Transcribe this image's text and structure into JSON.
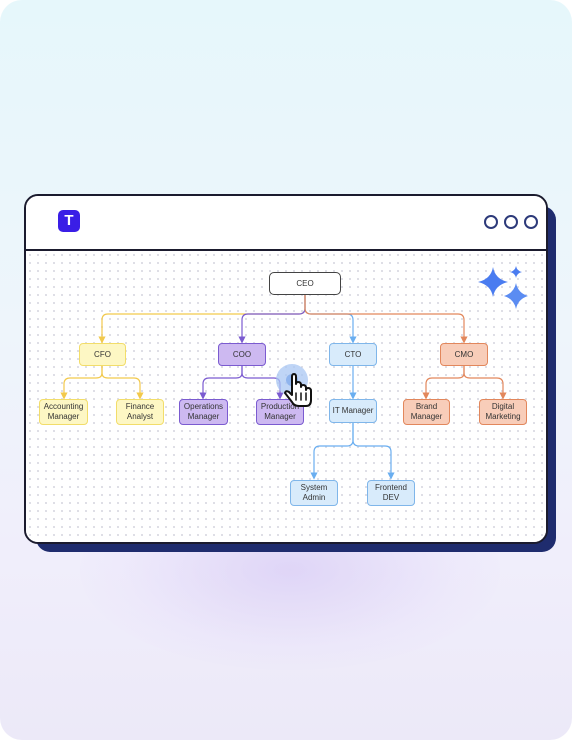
{
  "app": {
    "logo_letter": "T"
  },
  "colors": {
    "accent": "#3a1ee6",
    "cfo_branch": "#f2c94c",
    "coo_branch": "#7b5bd0",
    "cto_branch": "#6aaef0",
    "cmo_branch": "#e2875c"
  },
  "org_chart": {
    "ceo": "CEO",
    "cfo": "CFO",
    "coo": "COO",
    "cto": "CTO",
    "cmo": "CMO",
    "accounting_manager": "Accounting\nManager",
    "finance_analyst": "Finance\nAnalyst",
    "operations_manager": "Operations\nManager",
    "production_manager": "Production\nManager",
    "it_manager": "IT Manager",
    "brand_manager": "Brand\nManager",
    "digital_marketing": "Digital\nMarketing",
    "system_admin": "System\nAdmin",
    "frontend_dev": "Frontend\nDEV"
  },
  "icons": [
    "logo-icon",
    "sparkle-icon",
    "hand-pointer-icon"
  ]
}
